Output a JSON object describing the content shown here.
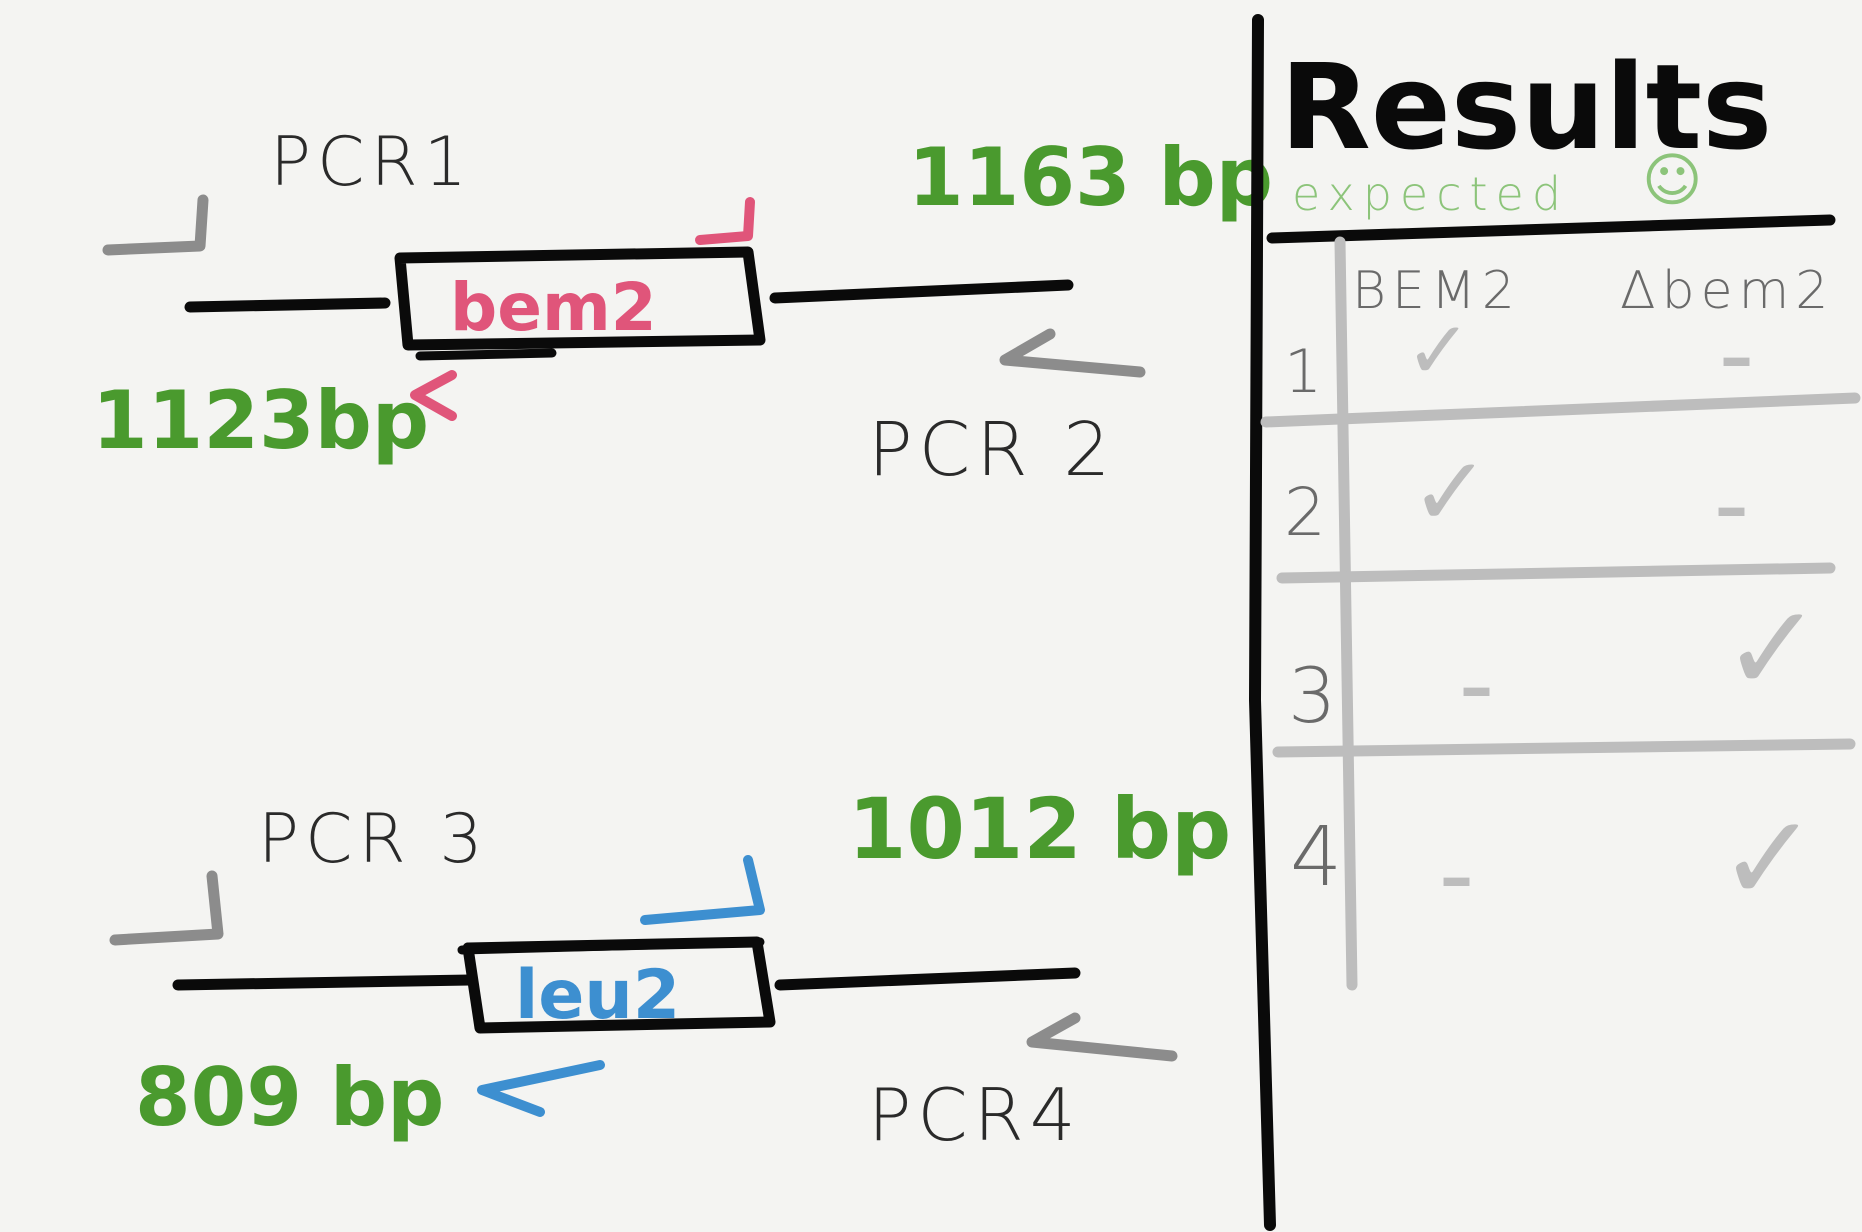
{
  "colors": {
    "ink": "#0a0a0a",
    "primer_gray": "#8c8c8c",
    "bem2_pink": "#e0557a",
    "leu2_blue": "#3d8fd0",
    "size_green": "#4a9a2e",
    "table_gray": "#bdbdbd",
    "expected_green": "#8cc47a",
    "paper": "#f4f4f2"
  },
  "diagram": {
    "pcr1_label": "PCR1",
    "pcr2_label": "PCR 2",
    "pcr3_label": "PCR 3",
    "pcr4_label": "PCR4",
    "bem2_gene": "bem2",
    "leu2_gene": "leu2",
    "size_1163": "1163 bp",
    "size_1123": "1123bp",
    "size_1012": "1012 bp",
    "size_809": "809 bp"
  },
  "results": {
    "title": "Results",
    "subtitle": "expected",
    "smiley": "☺",
    "columns": [
      "BEM2",
      "Δbem2"
    ],
    "rows": [
      {
        "num": "1",
        "bem2": "✓",
        "delta": "–"
      },
      {
        "num": "2",
        "bem2": "✓",
        "delta": "–"
      },
      {
        "num": "3",
        "bem2": "–",
        "delta": "✓"
      },
      {
        "num": "4",
        "bem2": "–",
        "delta": "✓"
      }
    ]
  }
}
